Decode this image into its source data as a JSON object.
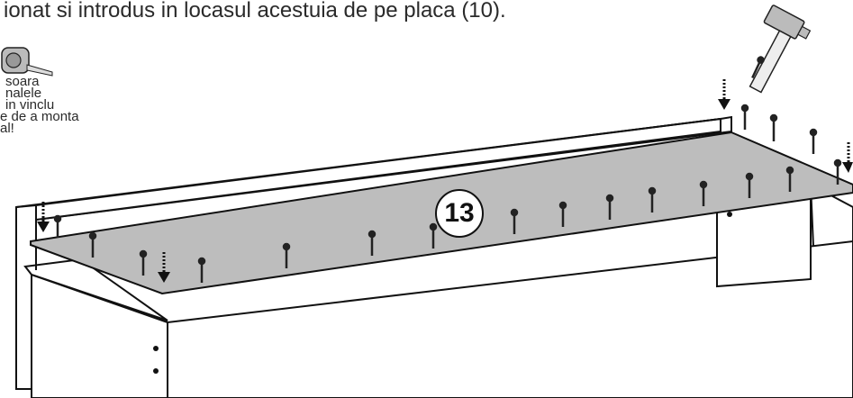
{
  "instruction": {
    "text": "ionat si introdus in locasul acestuia de pe placa (10)."
  },
  "note": {
    "lines": [
      "soara",
      "nalele",
      "in vinclu",
      "e de a monta",
      "al!"
    ]
  },
  "step": {
    "number": "13"
  },
  "icons": {
    "tape_measure": "tape-measure-icon",
    "hammer": "hammer-icon",
    "arrows": "push-down-arrow-icon",
    "nails": "nail-icon"
  },
  "colors": {
    "panel": "#bdbdbd",
    "line": "#111111"
  }
}
